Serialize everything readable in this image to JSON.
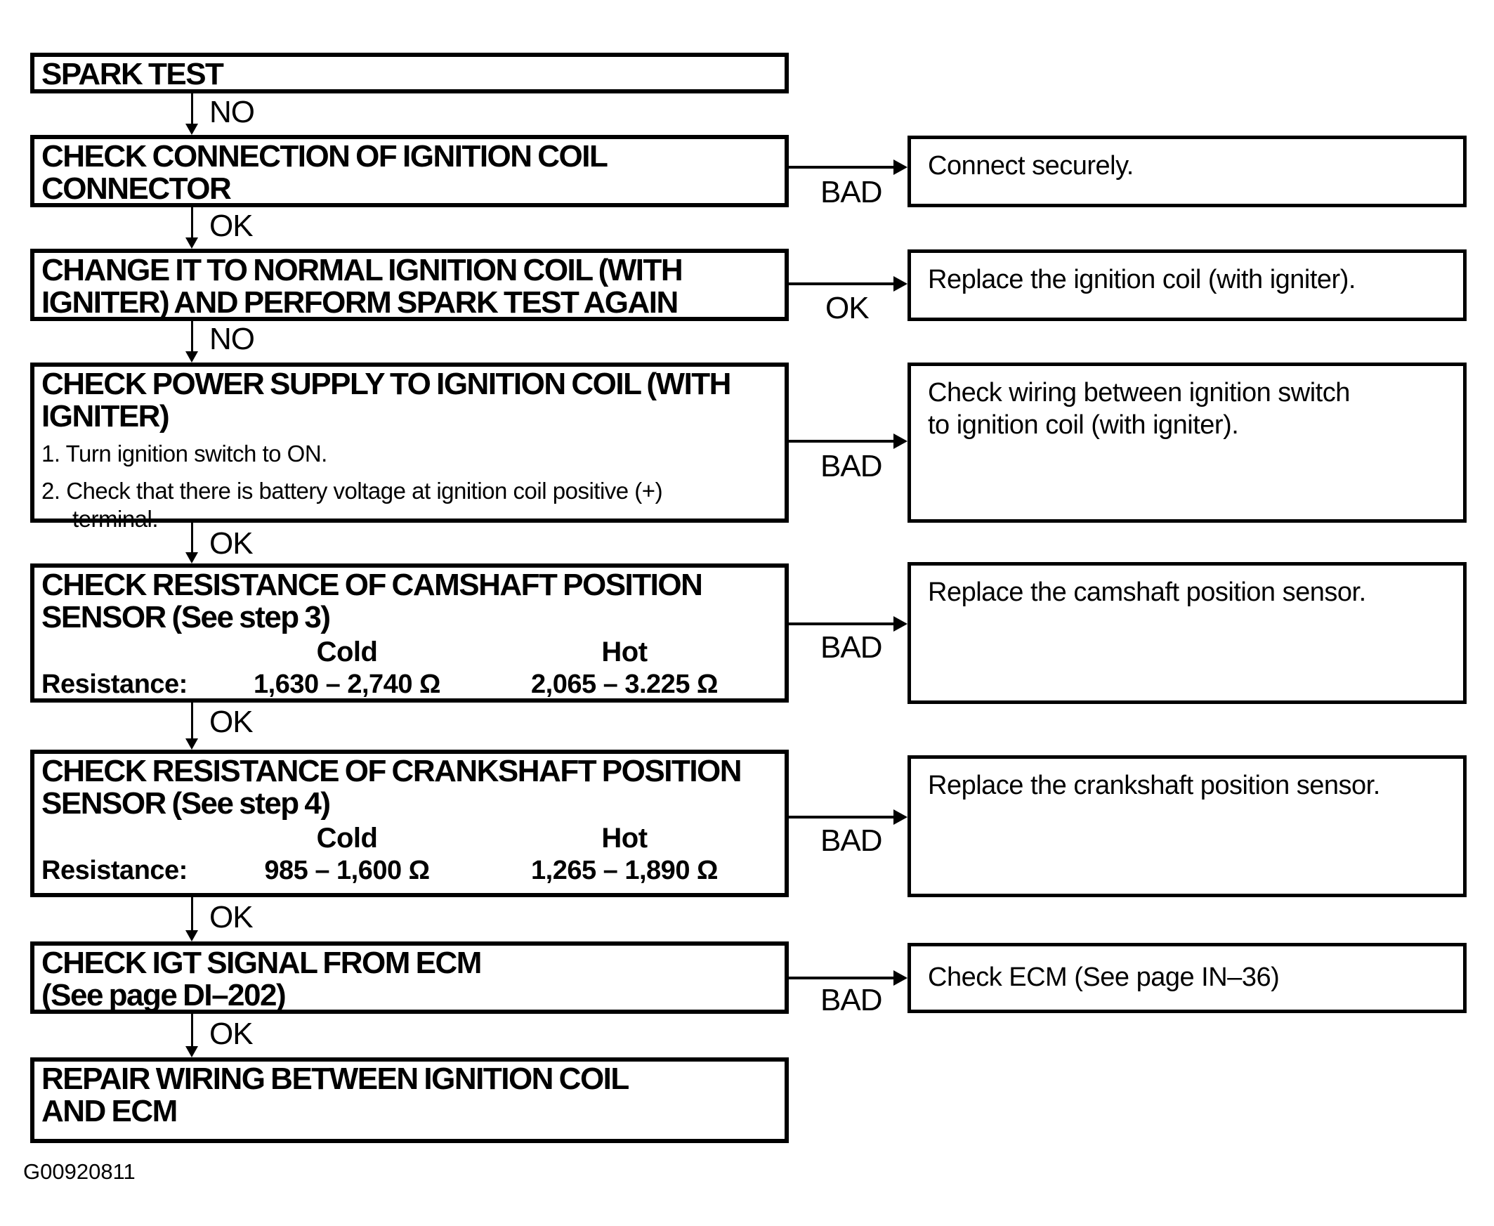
{
  "figure_code": "G00920811",
  "flowchart": {
    "steps": [
      {
        "id": "spark-test",
        "title_lines": [
          "SPARK TEST"
        ]
      },
      {
        "id": "check-connection",
        "title_lines": [
          "CHECK CONNECTION OF IGNITION COIL",
          "CONNECTOR"
        ]
      },
      {
        "id": "change-coil",
        "title_lines": [
          "CHANGE IT TO NORMAL IGNITION COIL (WITH",
          "IGNITER) AND PERFORM SPARK TEST AGAIN"
        ]
      },
      {
        "id": "check-power-supply",
        "title_lines": [
          "CHECK POWER SUPPLY TO IGNITION COIL (WITH",
          "IGNITER)"
        ],
        "body_lines": [
          "1. Turn ignition switch to ON.",
          "2. Check that there is battery voltage at ignition coil positive (+)",
          "terminal."
        ]
      },
      {
        "id": "camshaft-resistance",
        "title_lines": [
          "CHECK RESISTANCE OF CAMSHAFT POSITION",
          "SENSOR (See step 3)"
        ],
        "col_headers": [
          "Cold",
          "Hot"
        ],
        "row_label": "Resistance:",
        "values": [
          "1,630 – 2,740 Ω",
          "2,065 – 3.225 Ω"
        ]
      },
      {
        "id": "crankshaft-resistance",
        "title_lines": [
          "CHECK RESISTANCE OF CRANKSHAFT POSITION",
          "SENSOR (See step 4)"
        ],
        "col_headers": [
          "Cold",
          "Hot"
        ],
        "row_label": "Resistance:",
        "values": [
          "985 – 1,600 Ω",
          "1,265 – 1,890 Ω"
        ]
      },
      {
        "id": "igt-signal",
        "title_lines": [
          "CHECK IGT SIGNAL FROM ECM",
          "(See page DI–202)"
        ]
      },
      {
        "id": "repair-wiring",
        "title_lines": [
          "REPAIR WIRING BETWEEN IGNITION COIL",
          "AND ECM"
        ]
      }
    ],
    "results": [
      {
        "id": "connect-securely",
        "lines": [
          "Connect securely."
        ]
      },
      {
        "id": "replace-ignition-coil",
        "lines": [
          "Replace the ignition coil (with igniter)."
        ]
      },
      {
        "id": "check-wiring",
        "lines": [
          "Check wiring between ignition switch",
          "to ignition coil (with igniter)."
        ]
      },
      {
        "id": "replace-camshaft-sensor",
        "lines": [
          "Replace the camshaft position sensor."
        ]
      },
      {
        "id": "replace-crankshaft-sensor",
        "lines": [
          "Replace the crankshaft position sensor."
        ]
      },
      {
        "id": "check-ecm",
        "lines": [
          "Check ECM (See page IN–36)"
        ]
      }
    ],
    "down_labels": [
      "NO",
      "OK",
      "NO",
      "OK",
      "OK",
      "OK",
      "OK"
    ],
    "side_labels": [
      "BAD",
      "OK",
      "BAD",
      "BAD",
      "BAD",
      "BAD"
    ]
  }
}
